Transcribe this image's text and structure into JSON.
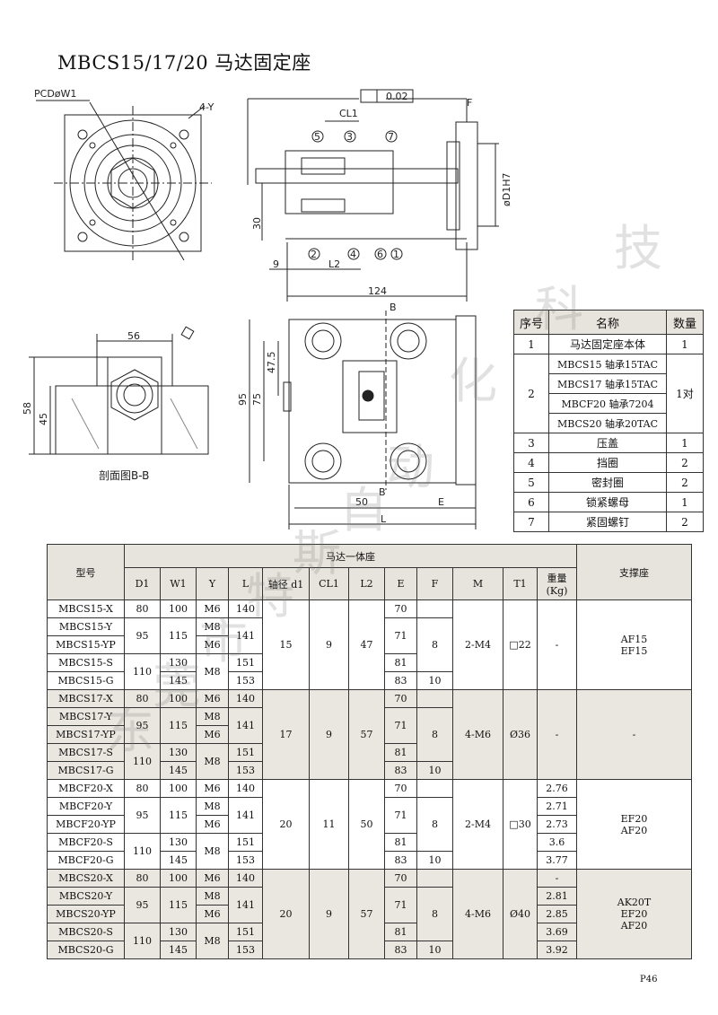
{
  "title": "MBCS15/17/20 马达固定座",
  "drawing_labels": {
    "pcd": "PCDøW1",
    "holes": "4-Y",
    "tolerance": "0.02",
    "cl1": "CL1",
    "f": "F",
    "d1h7": "øD1H7",
    "dim_30": "30",
    "dim_9": "9",
    "dim_l2": "L2",
    "dim_124": "124",
    "dim_56": "56",
    "dim_58": "58",
    "dim_45": "45",
    "section_caption": "剖面图B-B",
    "section_mark": "B",
    "dim_95": "95",
    "dim_75": "75",
    "dim_47_5": "47.5",
    "dim_50": "50",
    "dim_e": "E",
    "dim_l": "L",
    "part_nums": [
      "1",
      "2",
      "3",
      "4",
      "5",
      "6",
      "7"
    ]
  },
  "parts_table": {
    "headers": [
      "序号",
      "名称",
      "数量"
    ],
    "rows": [
      {
        "no": "1",
        "name": "马达固定座本体",
        "qty": "1"
      },
      {
        "no": "2",
        "names": [
          "MBCS15 轴承15TAC",
          "MBCS17 轴承15TAC",
          "MBCF20 轴承7204",
          "MBCS20 轴承20TAC"
        ],
        "qty": "1对"
      },
      {
        "no": "3",
        "name": "压盖",
        "qty": "1"
      },
      {
        "no": "4",
        "name": "挡圈",
        "qty": "2"
      },
      {
        "no": "5",
        "name": "密封圈",
        "qty": "2"
      },
      {
        "no": "6",
        "name": "锁紧螺母",
        "qty": "1"
      },
      {
        "no": "7",
        "name": "紧固螺钉",
        "qty": "2"
      }
    ]
  },
  "spec_table": {
    "group_header": "马达一体座",
    "model_header": "型号",
    "support_header": "支撑座",
    "headers": [
      "D1",
      "W1",
      "Y",
      "L",
      "轴径 d1",
      "CL1",
      "L2",
      "E",
      "F",
      "M",
      "T1",
      "重量 (Kg)"
    ],
    "groups": [
      {
        "models": [
          "MBCS15-X",
          "MBCS15-Y",
          "MBCS15-YP",
          "MBCS15-S",
          "MBCS15-G"
        ],
        "shaft": "15",
        "cl1": "9",
        "l2": "47",
        "m": "2-M4",
        "t1": "□22",
        "weights": [
          "-"
        ],
        "support": "AF15\nEF15"
      },
      {
        "models": [
          "MBCS17-X",
          "MBCS17-Y",
          "MBCS17-YP",
          "MBCS17-S",
          "MBCS17-G"
        ],
        "shaft": "17",
        "cl1": "9",
        "l2": "57",
        "m": "4-M6",
        "t1": "Ø36",
        "weights": [
          "-"
        ],
        "support": "-"
      },
      {
        "models": [
          "MBCF20-X",
          "MBCF20-Y",
          "MBCF20-YP",
          "MBCF20-S",
          "MBCF20-G"
        ],
        "shaft": "20",
        "cl1": "11",
        "l2": "50",
        "m": "2-M4",
        "t1": "□30",
        "weights": [
          "2.76",
          "2.71",
          "2.73",
          "3.6",
          "3.77"
        ],
        "support": "EF20\nAF20"
      },
      {
        "models": [
          "MBCS20-X",
          "MBCS20-Y",
          "MBCS20-YP",
          "MBCS20-S",
          "MBCS20-G"
        ],
        "shaft": "20",
        "cl1": "9",
        "l2": "57",
        "m": "4-M6",
        "t1": "Ø40",
        "weights": [
          "-",
          "2.81",
          "2.85",
          "3.69",
          "3.92"
        ],
        "support": "AK20T\nEF20\nAF20"
      }
    ],
    "row_cells": [
      {
        "d1": "80",
        "w1": "100",
        "y": "M6",
        "l": "140",
        "e": "70"
      },
      {
        "d1": "95",
        "w1": "115",
        "y": "M8",
        "l": "141",
        "e": "71",
        "f": "8"
      },
      {
        "y": "M6"
      },
      {
        "d1": "110",
        "w1": "130",
        "y": "M8",
        "l": "151",
        "e": "81"
      },
      {
        "w1": "145",
        "l": "153",
        "e": "83",
        "f": "10"
      }
    ]
  },
  "watermark": [
    "东",
    "莞",
    "市",
    "特",
    "斯",
    "自",
    "动",
    "化",
    "科",
    "技"
  ],
  "page_number": "P46"
}
